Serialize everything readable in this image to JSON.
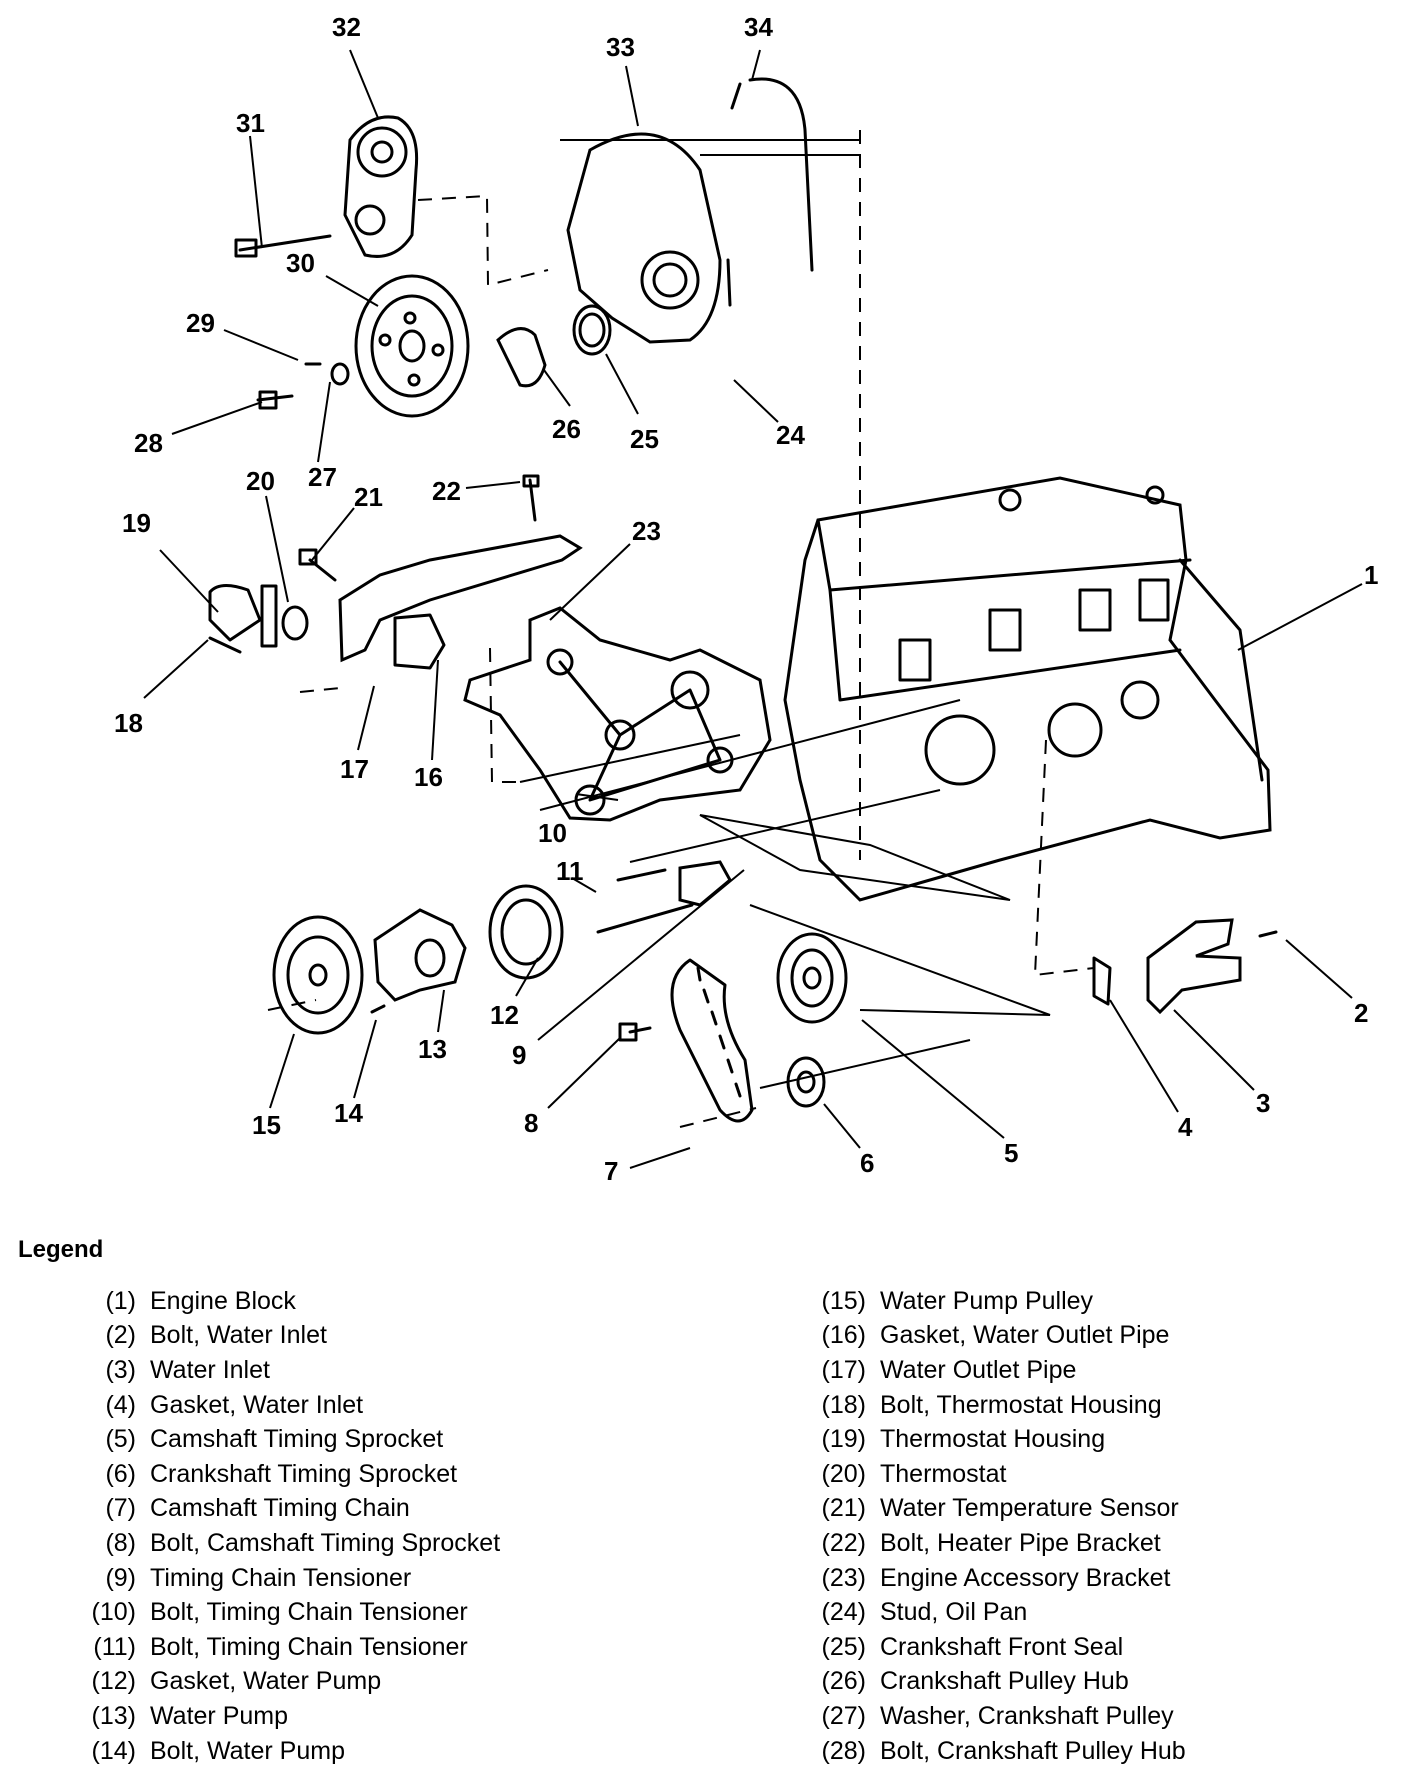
{
  "diagram": {
    "callouts": [
      {
        "num": "1"
      },
      {
        "num": "2"
      },
      {
        "num": "3"
      },
      {
        "num": "4"
      },
      {
        "num": "5"
      },
      {
        "num": "6"
      },
      {
        "num": "7"
      },
      {
        "num": "8"
      },
      {
        "num": "9"
      },
      {
        "num": "10"
      },
      {
        "num": "11"
      },
      {
        "num": "12"
      },
      {
        "num": "13"
      },
      {
        "num": "14"
      },
      {
        "num": "15"
      },
      {
        "num": "16"
      },
      {
        "num": "17"
      },
      {
        "num": "18"
      },
      {
        "num": "19"
      },
      {
        "num": "20"
      },
      {
        "num": "21"
      },
      {
        "num": "22"
      },
      {
        "num": "23"
      },
      {
        "num": "24"
      },
      {
        "num": "25"
      },
      {
        "num": "26"
      },
      {
        "num": "27"
      },
      {
        "num": "28"
      },
      {
        "num": "29"
      },
      {
        "num": "30"
      },
      {
        "num": "31"
      },
      {
        "num": "32"
      },
      {
        "num": "33"
      },
      {
        "num": "34"
      }
    ]
  },
  "legend": {
    "title": "Legend",
    "left": [
      {
        "num": "(1)",
        "label": "Engine Block"
      },
      {
        "num": "(2)",
        "label": "Bolt, Water Inlet"
      },
      {
        "num": "(3)",
        "label": "Water Inlet"
      },
      {
        "num": "(4)",
        "label": "Gasket, Water Inlet"
      },
      {
        "num": "(5)",
        "label": "Camshaft Timing Sprocket"
      },
      {
        "num": "(6)",
        "label": "Crankshaft Timing Sprocket"
      },
      {
        "num": "(7)",
        "label": "Camshaft Timing Chain"
      },
      {
        "num": "(8)",
        "label": "Bolt, Camshaft Timing Sprocket"
      },
      {
        "num": "(9)",
        "label": "Timing Chain Tensioner"
      },
      {
        "num": "(10)",
        "label": "Bolt, Timing Chain Tensioner"
      },
      {
        "num": "(11)",
        "label": "Bolt, Timing Chain Tensioner"
      },
      {
        "num": "(12)",
        "label": "Gasket, Water Pump"
      },
      {
        "num": "(13)",
        "label": "Water Pump"
      },
      {
        "num": "(14)",
        "label": "Bolt, Water Pump"
      }
    ],
    "right": [
      {
        "num": "(15)",
        "label": "Water Pump Pulley"
      },
      {
        "num": "(16)",
        "label": "Gasket, Water Outlet Pipe"
      },
      {
        "num": "(17)",
        "label": "Water Outlet Pipe"
      },
      {
        "num": "(18)",
        "label": "Bolt, Thermostat Housing"
      },
      {
        "num": "(19)",
        "label": "Thermostat Housing"
      },
      {
        "num": "(20)",
        "label": "Thermostat"
      },
      {
        "num": "(21)",
        "label": "Water Temperature Sensor"
      },
      {
        "num": "(22)",
        "label": "Bolt, Heater Pipe Bracket"
      },
      {
        "num": "(23)",
        "label": "Engine Accessory Bracket"
      },
      {
        "num": "(24)",
        "label": "Stud, Oil Pan"
      },
      {
        "num": "(25)",
        "label": "Crankshaft Front Seal"
      },
      {
        "num": "(26)",
        "label": "Crankshaft Pulley Hub"
      },
      {
        "num": "(27)",
        "label": "Washer, Crankshaft Pulley"
      },
      {
        "num": "(28)",
        "label": "Bolt, Crankshaft Pulley Hub"
      }
    ]
  }
}
